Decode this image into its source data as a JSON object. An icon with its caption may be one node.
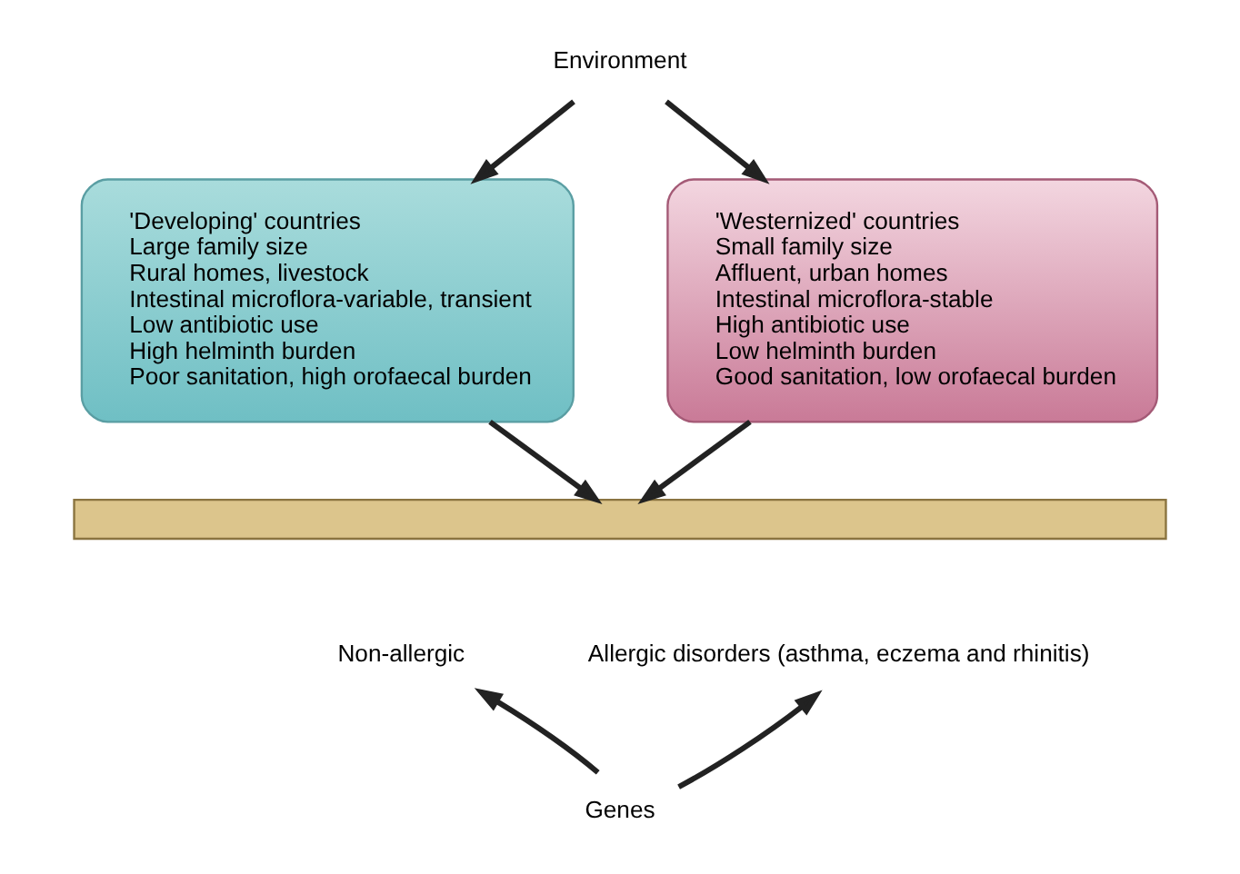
{
  "diagram": {
    "nodes": [
      {
        "text": [
          "Environment"
        ]
      },
      {
        "text": [
          "'Developing' countries",
          "Large family size",
          "Rural homes, livestock",
          "Intestinal microflora-variable, transient",
          "Low antibiotic use",
          "High helminth burden",
          "Poor sanitation, high orofaecal burden"
        ]
      },
      {
        "text": [
          "'Westernized' countries",
          "Small family size",
          "Affluent, urban homes",
          "Intestinal microflora-stable",
          "High antibiotic use",
          "Low helminth burden",
          "Good sanitation, low orofaecal burden"
        ]
      },
      {
        "text": [],
        "shape": "bar"
      },
      {
        "text": [
          "Non-allergic"
        ]
      },
      {
        "text": [
          "Allergic disorders (asthma, eczema and rhinitis)"
        ]
      },
      {
        "text": [
          "Genes"
        ]
      }
    ],
    "edges": [
      {
        "from": 0,
        "to": 1,
        "arrow": "to"
      },
      {
        "from": 0,
        "to": 2,
        "arrow": "to"
      },
      {
        "from": 1,
        "to": 3,
        "arrow": "to"
      },
      {
        "from": 2,
        "to": 3,
        "arrow": "to"
      },
      {
        "from": 6,
        "to": 4,
        "arrow": "to"
      },
      {
        "from": 6,
        "to": 5,
        "arrow": "to"
      }
    ]
  }
}
